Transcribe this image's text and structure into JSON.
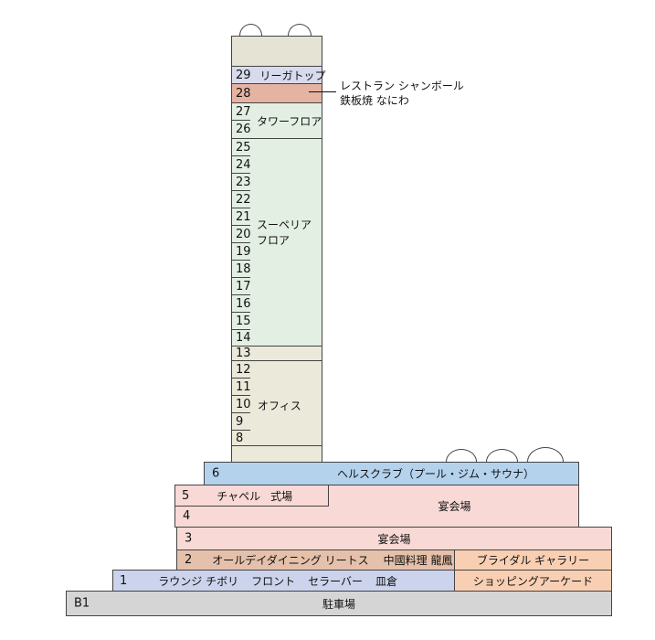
{
  "diagram": {
    "type": "hotel-floor-guide",
    "colors": {
      "roof_beige": "#e4e3d4",
      "office_beige": "#eae9da",
      "guest_green": "#e4efe4",
      "floor29_lavender": "#d8daee",
      "floor28_salmon": "#e5b3a1",
      "floor6_blue": "#b5d2ec",
      "banquet_pink": "#f8d9d5",
      "floor2_tan": "#e5c0aa",
      "annex_orange": "#f9cfb3",
      "floor1_lavender": "#ccd3ec",
      "b1_gray": "#d5d5d5",
      "line": "#444444"
    },
    "tower": {
      "floor29": {
        "number": "29",
        "label": "リーガトップ"
      },
      "floor28": {
        "number": "28"
      },
      "annotation": {
        "line1": "レストラン シャンボール",
        "line2": "鉄板焼 なにわ"
      },
      "tower_floor_section": {
        "label": "タワーフロア",
        "floors": [
          "27",
          "26"
        ]
      },
      "superior_section": {
        "label_line1": "スーペリア",
        "label_line2": "フロア",
        "floors": [
          "25",
          "24",
          "23",
          "22",
          "21",
          "20",
          "19",
          "18",
          "17",
          "16",
          "15",
          "14"
        ]
      },
      "floor13": {
        "number": "13"
      },
      "office_section": {
        "label": "オフィス",
        "floors": [
          "12",
          "11",
          "10",
          "9",
          "8"
        ]
      }
    },
    "base": {
      "floor6": {
        "number": "6",
        "label": "ヘルスクラブ（プール・ジム・サウナ）"
      },
      "floor5": {
        "number": "5",
        "label1": "チャペル",
        "label2": "式場"
      },
      "floor4": {
        "number": "4"
      },
      "banquet_upper_label": "宴会場",
      "floor3": {
        "number": "3",
        "label": "宴会場"
      },
      "floor2": {
        "number": "2",
        "label1": "オールデイダイニング リートス",
        "label2": "中國料理 龍鳳",
        "annex": "ブライダル ギャラリー"
      },
      "floor1": {
        "number": "1",
        "label1": "ラウンジ チボリ",
        "label2": "フロント",
        "label3": "セラーバー",
        "label4": "皿倉",
        "annex": "ショッピングアーケード"
      },
      "floorB1": {
        "number": "B1",
        "label": "駐車場"
      }
    }
  }
}
